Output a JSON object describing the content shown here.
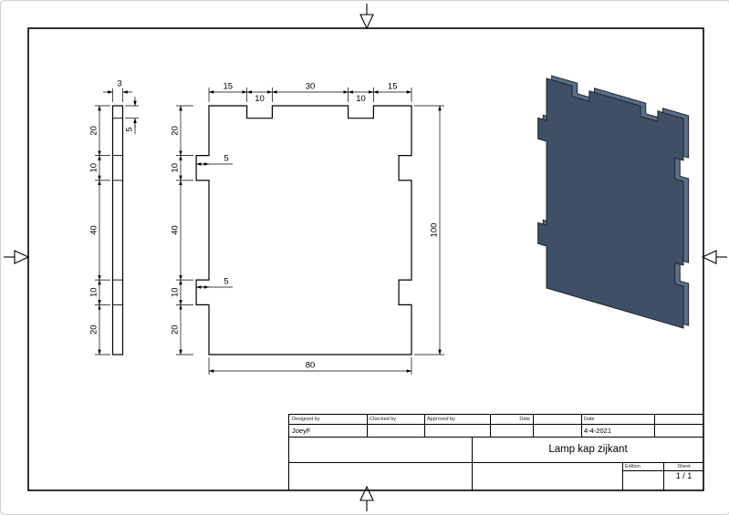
{
  "dims": {
    "side_thickness": "3",
    "side_notch_depth": "5",
    "side_chain": [
      "20",
      "10",
      "40",
      "10",
      "20"
    ],
    "front_top": [
      "15",
      "10",
      "30",
      "10",
      "15"
    ],
    "front_left": [
      "20",
      "10",
      "40",
      "10",
      "20"
    ],
    "front_tab_upper": "5",
    "front_tab_lower": "5",
    "front_height": "100",
    "front_width": "80"
  },
  "iso": {
    "face_color": "#3e4f66",
    "side_color": "#5a6e87",
    "edge_color": "#1c2631"
  },
  "title_block": {
    "designed_by_label": "Designed by",
    "designed_by_value": "JoeyF",
    "checked_by_label": "Checked by",
    "approved_by_label": "Approved by",
    "date_label_1": "Date",
    "date_label_2": "Date",
    "date_value": "4-4-2021",
    "drawing_title": "Lamp kap zijkant",
    "edition_label": "Edition",
    "sheet_label": "Sheet",
    "sheet_value": "1 / 1"
  }
}
